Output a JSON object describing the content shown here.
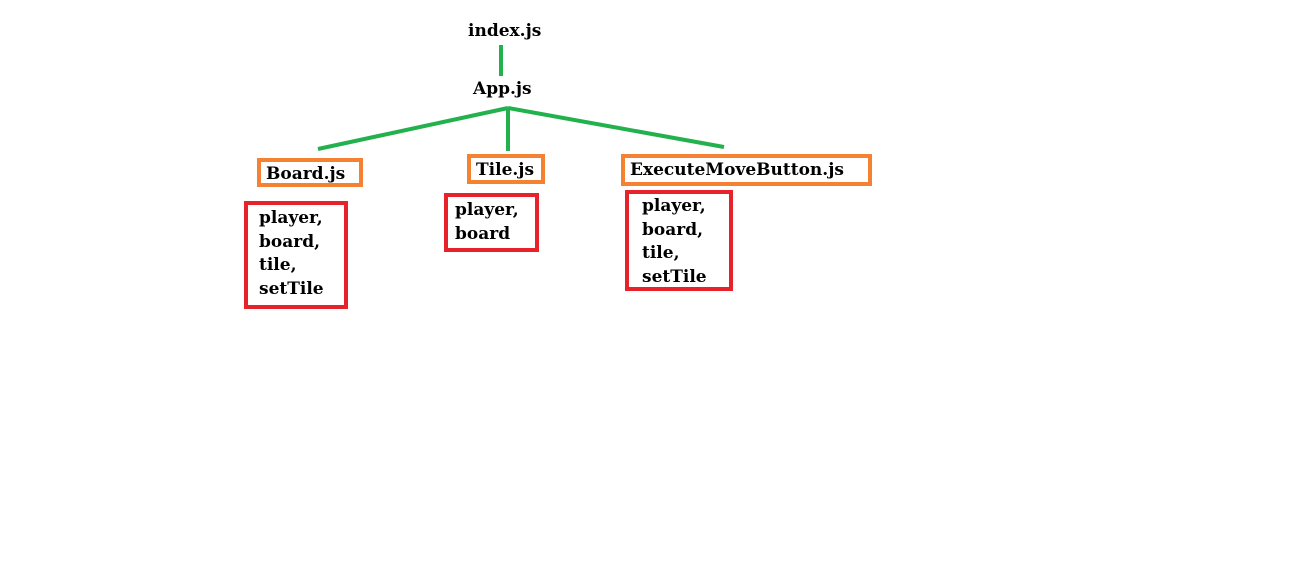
{
  "colors": {
    "connector": "#22b14c",
    "component_border": "#f58233",
    "props_border": "#e8222a"
  },
  "root": {
    "label": "index.js"
  },
  "app": {
    "label": "App.js"
  },
  "components": [
    {
      "label": "Board.js",
      "props": [
        "player,",
        "board,",
        "tile,",
        "setTile"
      ]
    },
    {
      "label": "Tile.js",
      "props": [
        "player,",
        "board"
      ]
    },
    {
      "label": "ExecuteMoveButton.js",
      "props": [
        "player,",
        "board,",
        "tile,",
        "setTile"
      ]
    }
  ]
}
